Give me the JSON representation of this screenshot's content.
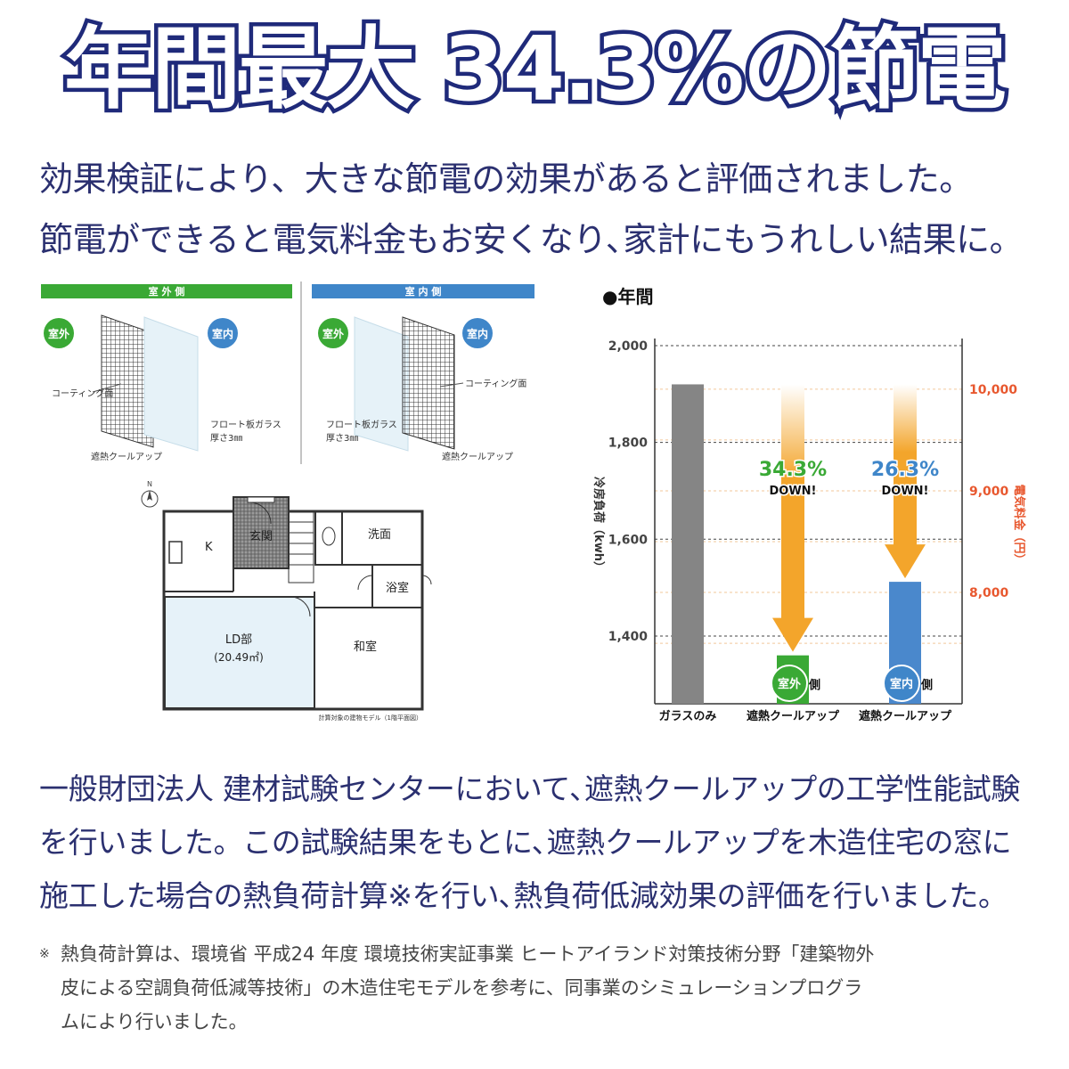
{
  "headline": "年間最大 34.3%の節電",
  "lead_lines": [
    "効果検証により、大きな節電の効果があると評価されました。",
    "節電ができると電気料金もお安くなり､家計にもうれしい結果に。"
  ],
  "diagram": {
    "outdoor_panel_title": "室 外 側",
    "indoor_panel_title": "室 内 側",
    "outdoor_label": "室外",
    "indoor_label": "室内",
    "coating_label": "コーティング面",
    "glass_label_line1": "フロート板ガラス",
    "glass_label_line2": "厚さ3㎜",
    "product_label": "遮熱クールアップ",
    "colors": {
      "outdoor": "#3aa935",
      "indoor": "#3f86c9"
    }
  },
  "floorplan": {
    "compass": "N",
    "rooms": {
      "kitchen": "K",
      "entrance": "玄関",
      "washroom": "洗面",
      "bath": "浴室",
      "living_line1": "LD部",
      "living_line2": "(20.49㎡)",
      "japanese": "和室"
    },
    "caption": "計算対象の建物モデル（1階平面図）"
  },
  "chart_data": {
    "type": "bar",
    "title": "●年間",
    "categories": [
      "ガラスのみ",
      "遮熱クールアップ",
      "遮熱クールアップ"
    ],
    "values": [
      1920,
      1360,
      1512
    ],
    "ylabel": "冷房負荷（kwh）",
    "ylim": [
      1260,
      2000
    ],
    "yticks": [
      "2,000",
      "1,800",
      "1,600",
      "1,400"
    ],
    "ytick_values": [
      2000,
      1800,
      1600,
      1400
    ],
    "y2label": "電気料金（円）",
    "y2ticks": [
      "10,000",
      "9,000",
      "8,000"
    ],
    "y2tick_positions": [
      1910,
      1700,
      1490
    ],
    "grid": true,
    "annotations": [
      {
        "percent": "34.3%",
        "text": "DOWN!",
        "color": "#3aa935",
        "side_label": "室外",
        "side_suffix": "側"
      },
      {
        "percent": "26.3%",
        "text": "DOWN!",
        "color": "#3f86c9",
        "side_label": "室内",
        "side_suffix": "側"
      }
    ],
    "colors": {
      "glass": "#858585",
      "outdoor": "#3aa935",
      "indoor": "#4a88cc",
      "arrow": "#f3a52b",
      "y2": "#e8582f"
    }
  },
  "body_lines": [
    "一般財団法人 建材試験センターにおいて､遮熱クールアップの工学性能試験",
    "を行いました。この試験結果をもとに､遮熱クールアップを木造住宅の窓に",
    "施工した場合の熱負荷計算※を行い､熱負荷低減効果の評価を行いました。"
  ],
  "note": {
    "mark": "※",
    "lines": [
      "熱負荷計算は、環境省 平成24 年度 環境技術実証事業 ヒートアイランド対策技術分野「建築物外",
      "皮による空調負荷低減等技術」の木造住宅モデルを参考に、同事業のシミュレーションプログラ",
      "ムにより行いました。"
    ]
  }
}
